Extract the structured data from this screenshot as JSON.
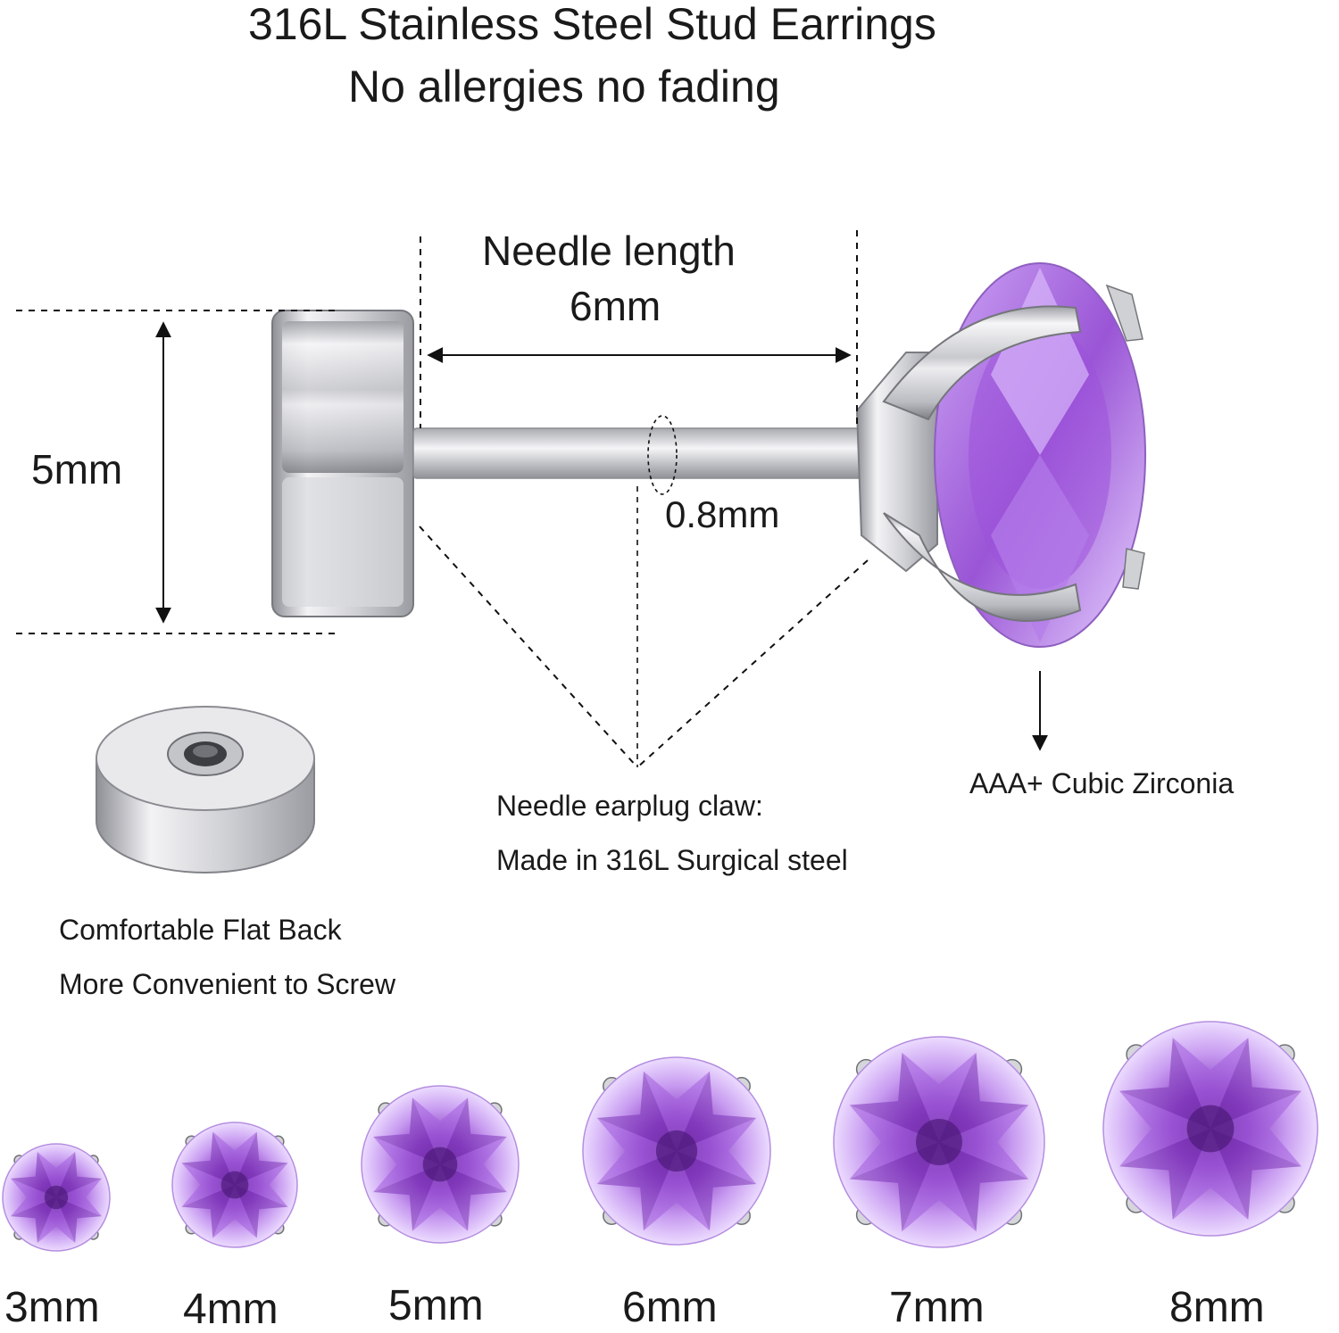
{
  "header": {
    "title": "316L Stainless Steel Stud Earrings",
    "subtitle": "No allergies no fading"
  },
  "diagram": {
    "needle_length_label": "Needle length",
    "needle_length_value": "6mm",
    "back_height": "5mm",
    "needle_thickness": "0.8mm",
    "zirconia_label": "AAA+ Cubic Zirconia",
    "claw_line1": "Needle earplug claw:",
    "claw_line2": "Made in 316L Surgical steel",
    "back_line1": "Comfortable Flat Back",
    "back_line2": "More Convenient to Screw"
  },
  "sizes": [
    {
      "label": "3mm",
      "diameter_mm": 3
    },
    {
      "label": "4mm",
      "diameter_mm": 4
    },
    {
      "label": "5mm",
      "diameter_mm": 5
    },
    {
      "label": "6mm",
      "diameter_mm": 6
    },
    {
      "label": "7mm",
      "diameter_mm": 7
    },
    {
      "label": "8mm",
      "diameter_mm": 8
    }
  ],
  "colors": {
    "gem_light": "#ead9ff",
    "gem_mid": "#b07ae6",
    "gem_dark": "#6a2a9e",
    "steel_light": "#f4f4f6",
    "steel_dark": "#8b8d93"
  }
}
